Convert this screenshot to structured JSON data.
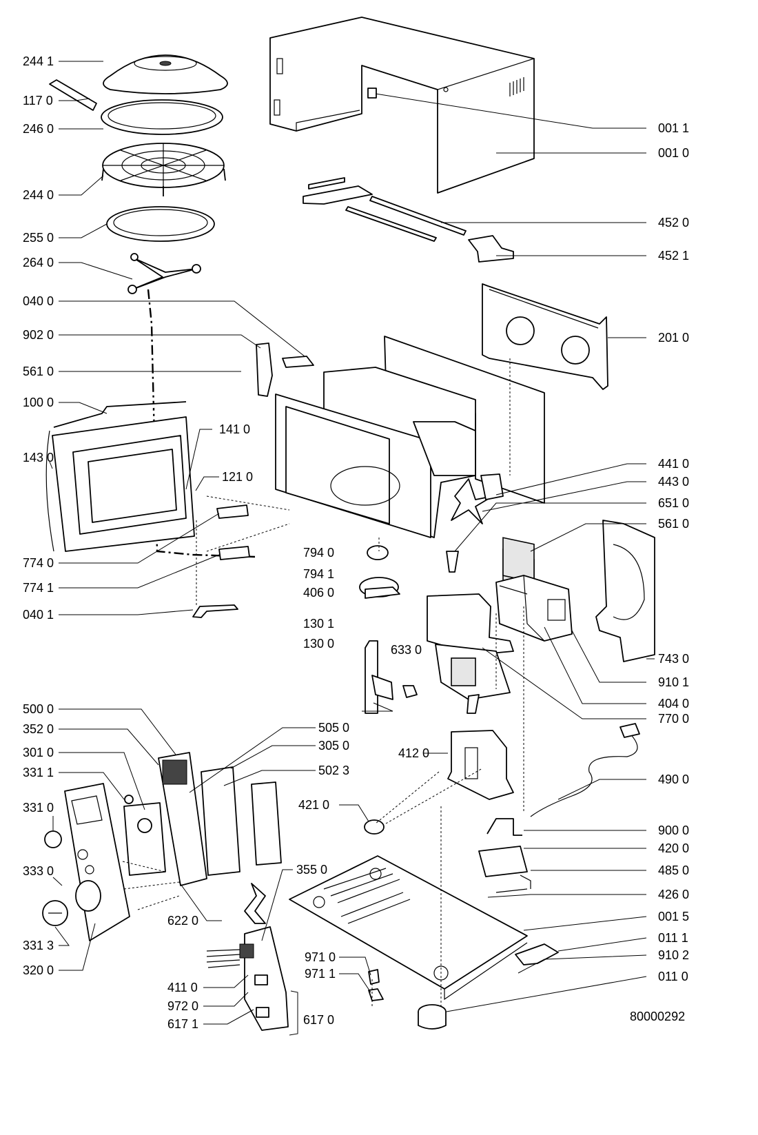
{
  "drawing_number": "80000292",
  "callouts": {
    "c2441": "244 1",
    "c1170": "117 0",
    "c2460": "246 0",
    "c2440": "244 0",
    "c2550": "255 0",
    "c2640": "264 0",
    "c0400": "040 0",
    "c9020": "902 0",
    "c5610a": "561 0",
    "c1000": "100 0",
    "c1430": "143 0",
    "c1410": "141 0",
    "c1210": "121 0",
    "c7740": "774 0",
    "c7741": "774 1",
    "c0401": "040 1",
    "c0011": "001 1",
    "c0010": "001 0",
    "c4520": "452 0",
    "c4521": "452 1",
    "c2010": "201 0",
    "c4410": "441 0",
    "c4430": "443 0",
    "c6510": "651 0",
    "c5610b": "561 0",
    "c7940": "794 0",
    "c7941": "794 1",
    "c4060": "406 0",
    "c1301": "130 1",
    "c1300": "130 0",
    "c6330": "633 0",
    "c7430": "743 0",
    "c9101": "910 1",
    "c4040": "404 0",
    "c7700": "770 0",
    "c5000": "500 0",
    "c3520": "352 0",
    "c3010": "301 0",
    "c3311": "331 1",
    "c3310": "331 0",
    "c3330": "333 0",
    "c3313": "331 3",
    "c3200": "320 0",
    "c5050": "505 0",
    "c3050": "305 0",
    "c5023": "502 3",
    "c6220": "622 0",
    "c3550": "355 0",
    "c4110": "411 0",
    "c9720": "972 0",
    "c6171": "617 1",
    "c6170": "617 0",
    "c4120": "412 0",
    "c4210": "421 0",
    "c4900": "490 0",
    "c9000": "900 0",
    "c4200": "420 0",
    "c4850": "485 0",
    "c4260": "426 0",
    "c0015": "001 5",
    "c0111": "011 1",
    "c9102": "910 2",
    "c0110": "011 0",
    "c9710": "971 0",
    "c9711": "971 1"
  }
}
